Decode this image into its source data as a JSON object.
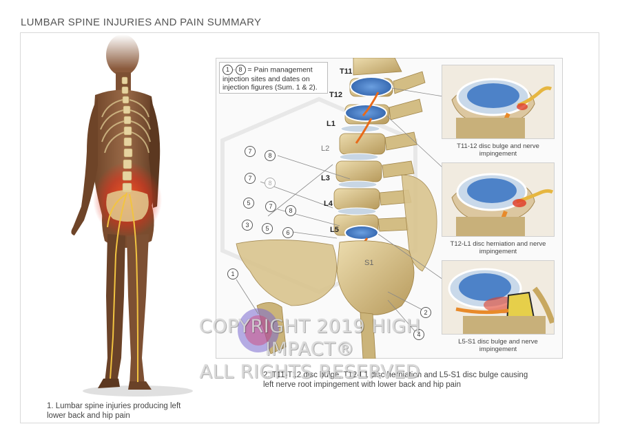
{
  "title": "LUMBAR SPINE INJURIES AND PAIN SUMMARY",
  "figure1": {
    "caption": "1. Lumbar spine injuries producing left lower back and hip pain"
  },
  "figure2": {
    "caption": "2. T11-T12 disc bulge, T12-L1 disc herniation and L5-S1 disc bulge causing left nerve root impingement with lower back and hip pain",
    "legend": {
      "range_start": "1",
      "range_end": "8",
      "text": "= Pain management injection sites and dates on injection figures (Sum. 1 & 2)."
    },
    "vertebrae": [
      "T11",
      "T12",
      "L1",
      "L2",
      "L3",
      "L4",
      "L5",
      "S1"
    ],
    "injection_sites": [
      {
        "label": "7"
      },
      {
        "label": "8"
      },
      {
        "label": "7"
      },
      {
        "label": "8"
      },
      {
        "label": "5"
      },
      {
        "label": "7"
      },
      {
        "label": "8"
      },
      {
        "label": "3"
      },
      {
        "label": "5"
      },
      {
        "label": "6"
      },
      {
        "label": "1"
      },
      {
        "label": "2"
      },
      {
        "label": "4"
      }
    ],
    "insets": [
      {
        "caption": "T11-12 disc bulge and nerve impingement"
      },
      {
        "caption": "T12-L1 disc herniation and nerve impingement"
      },
      {
        "caption": "L5-S1 disc bulge and nerve impingement"
      }
    ]
  },
  "watermark": {
    "line1": "COPYRIGHT 2019 HIGH IMPACT®",
    "line2": "ALL RIGHTS RESERVED"
  },
  "colors": {
    "bone": "#d8c28a",
    "disc": "#4a7fc4",
    "nerve": "#e8b840",
    "pain": "#e03a1e",
    "skin": "#8a5a3c"
  }
}
